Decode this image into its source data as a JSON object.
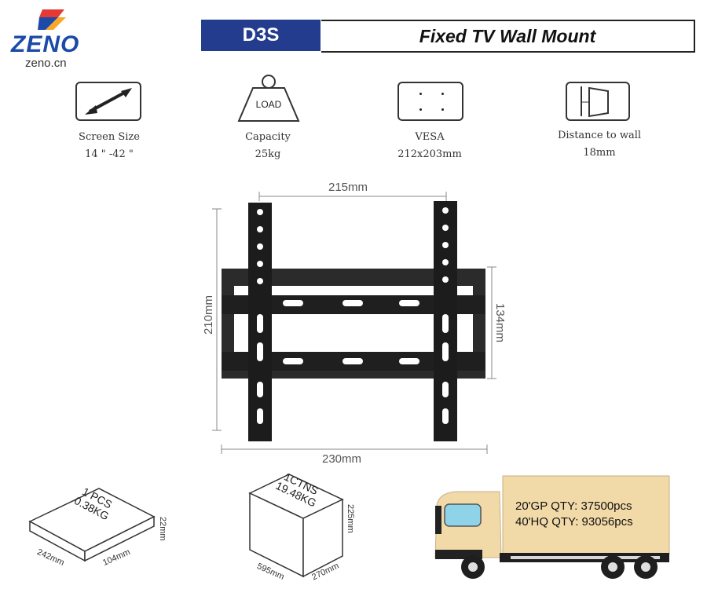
{
  "brand": {
    "name": "ZENO",
    "url": "zeno.cn"
  },
  "header": {
    "model": "D3S",
    "title": "Fixed TV Wall Mount"
  },
  "specs": [
    {
      "icon": "screen-size-icon",
      "label": "Screen Size",
      "value": "14 \" -42 \""
    },
    {
      "icon": "load-weight-icon",
      "icon_text": "LOAD",
      "label": "Capacity",
      "value": "25kg"
    },
    {
      "icon": "vesa-pattern-icon",
      "label": "VESA",
      "value": "212x203mm"
    },
    {
      "icon": "wall-distance-icon",
      "label": "Distance to wall",
      "value": "18mm"
    }
  ],
  "diagram": {
    "top_width": "215mm",
    "height": "210mm",
    "rail_height": "134mm",
    "bottom_width": "230mm"
  },
  "packaging": {
    "unit_box": {
      "line1": "1 PCS",
      "line2": "0.38KG",
      "length": "242mm",
      "width": "104mm",
      "height": "22mm"
    },
    "carton": {
      "line1": "1CTNS",
      "line2": "19.48KG",
      "length": "595mm",
      "width": "270mm",
      "height": "225mm"
    }
  },
  "shipping": {
    "gp20": "20'GP QTY: 37500pcs",
    "hq40": "40'HQ QTY: 93056pcs"
  },
  "colors": {
    "brand_blue": "#233c8e",
    "truck_box": "#f1d9a8"
  }
}
